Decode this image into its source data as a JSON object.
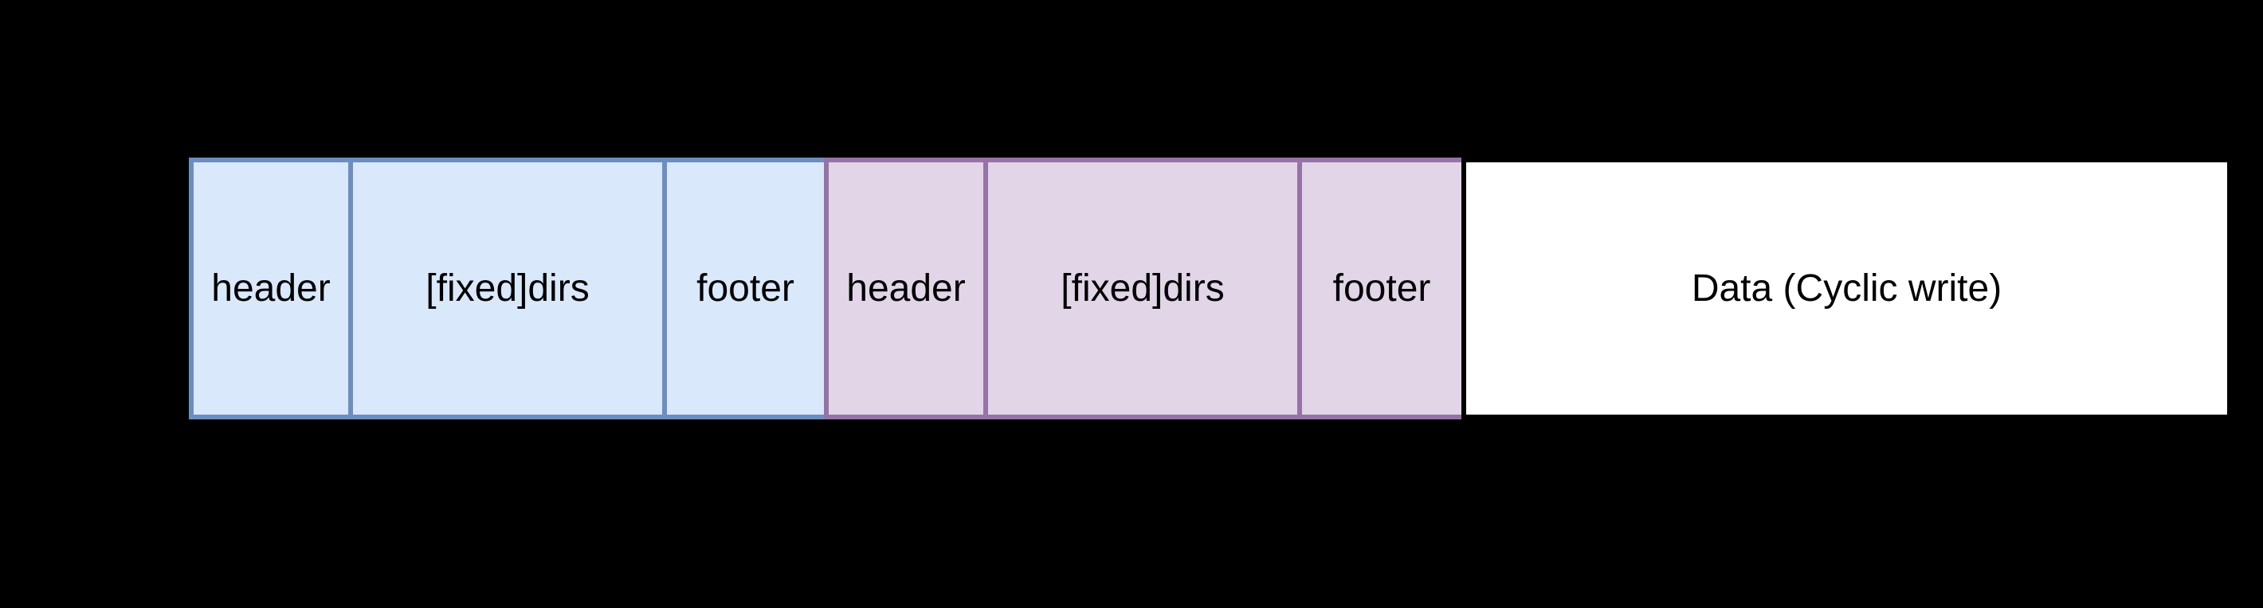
{
  "diagram": {
    "background_color": "#000000",
    "text_color": "#000000",
    "groups": [
      {
        "name": "blue-region",
        "fill": "#dae8fc",
        "border": "#6c8ebf",
        "cells": [
          "header",
          "[fixed]dirs",
          "footer"
        ]
      },
      {
        "name": "purple-region",
        "fill": "#e1d5e7",
        "border": "#9673a6",
        "cells": [
          "header",
          "[fixed]dirs",
          "footer"
        ]
      }
    ],
    "data_block": {
      "label": "Data (Cyclic write)",
      "fill": "#ffffff",
      "border": "#000000"
    }
  }
}
